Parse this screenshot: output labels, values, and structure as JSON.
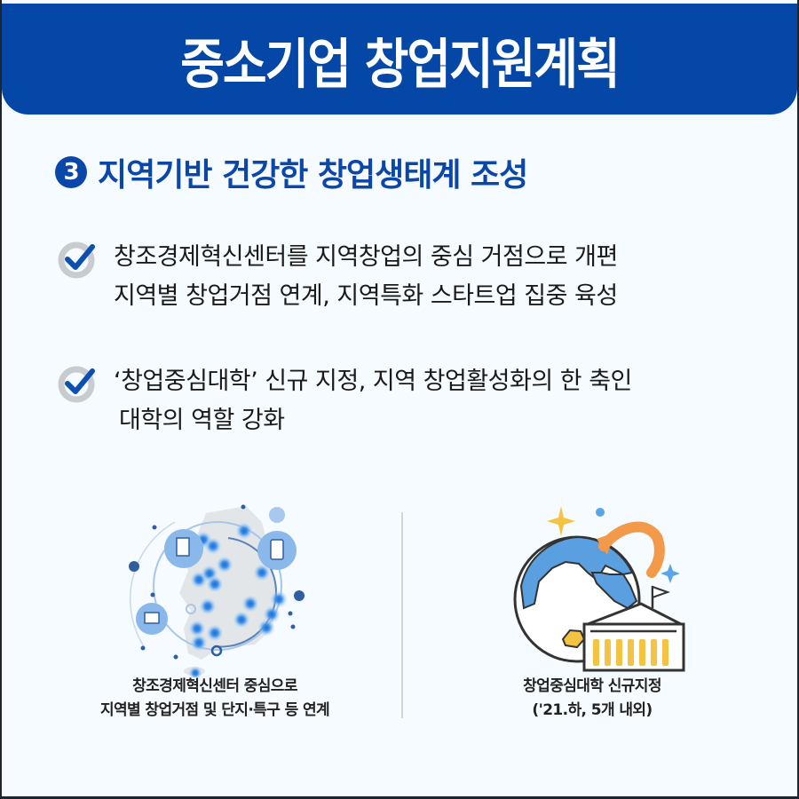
{
  "header": {
    "title": "중소기업 창업지원계획"
  },
  "section": {
    "number": "3",
    "title": "지역기반 건강한 창업생태계 조성"
  },
  "bullets": [
    {
      "icon": "check-circle-icon",
      "lines": [
        "창조경제혁신센터를 지역창업의 중심 거점으로 개편",
        "지역별 창업거점 연계, 지역특화 스타트업 집중 육성"
      ]
    },
    {
      "icon": "check-circle-icon",
      "lines": [
        "‘창업중심대학’ 신규 지정, 지역 창업활성화의 한 축인",
        "대학의 역할 강화"
      ]
    }
  ],
  "illustrations": [
    {
      "icon": "korea-network-map-icon",
      "caption_lines": [
        "창조경제혁신센터 중심으로",
        "지역별 창업거점 및 단지·특구 등 연계"
      ]
    },
    {
      "icon": "globe-university-icon",
      "caption_lines": [
        "창업중심대학 신규지정",
        "('21.하, 5개 내외)"
      ]
    }
  ],
  "colors": {
    "banner": "#0447a6",
    "accent": "#0b47a8",
    "background": "#f5fbfe",
    "text": "#1a1a1a"
  }
}
